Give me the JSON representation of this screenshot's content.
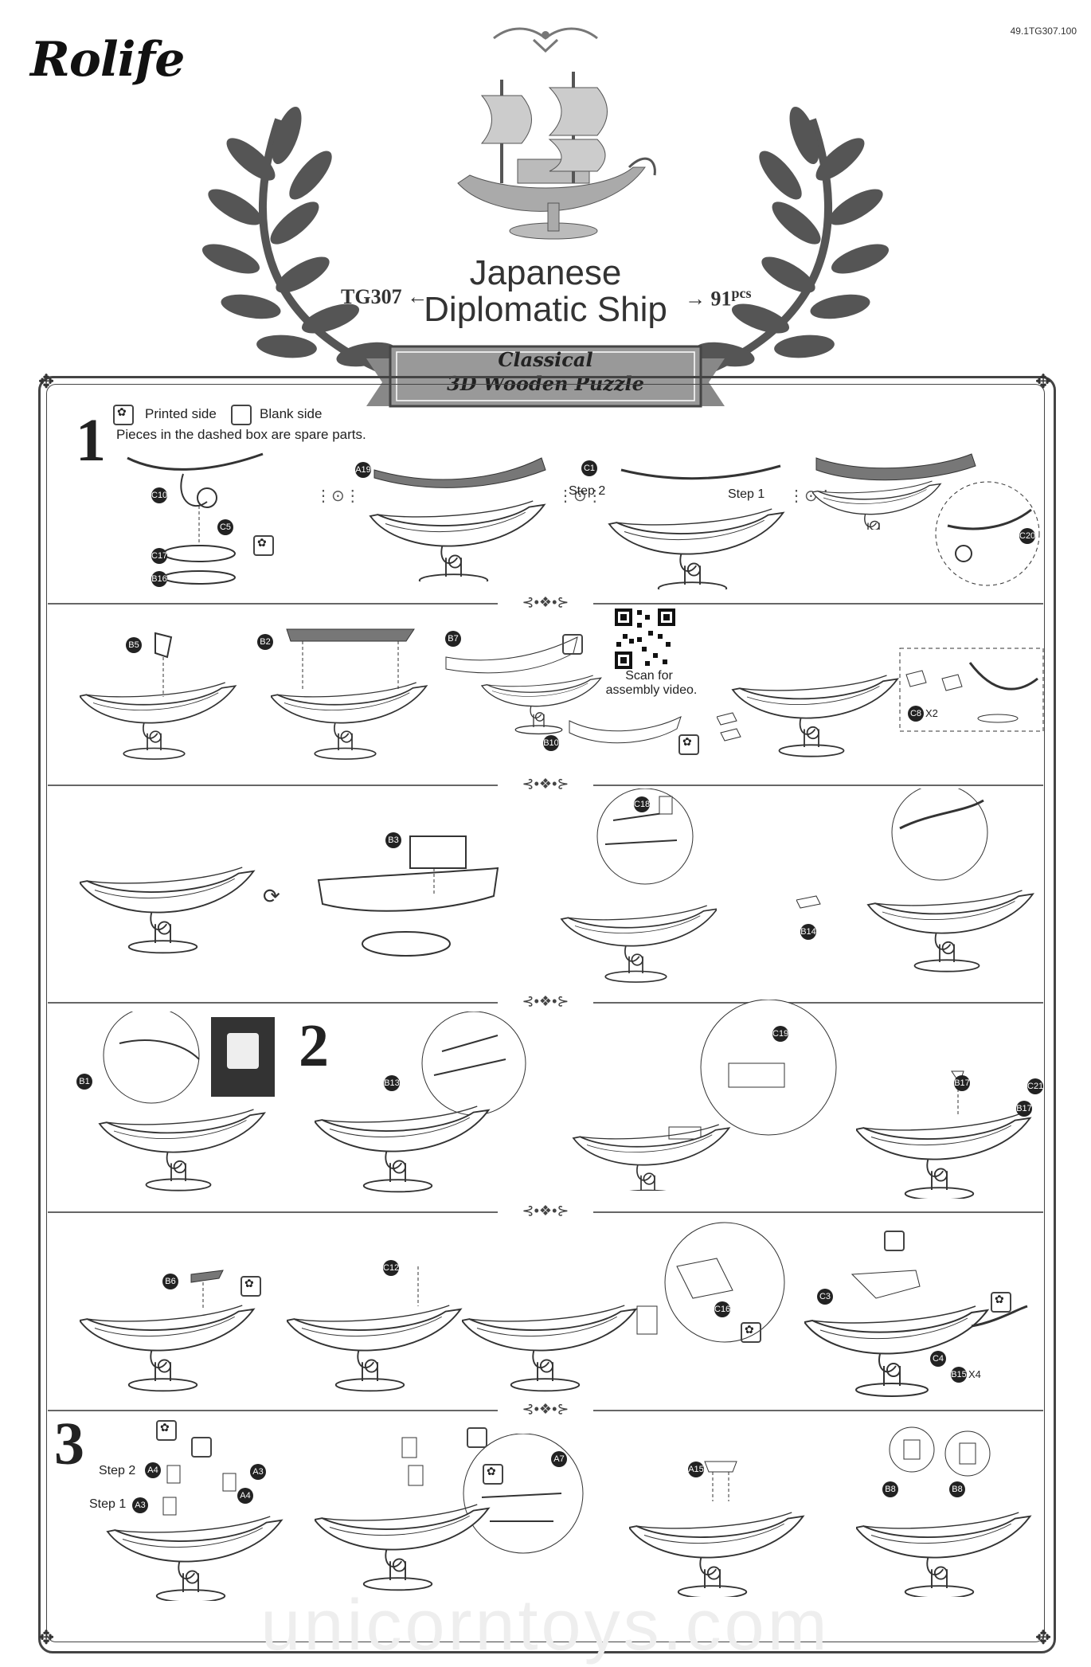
{
  "header": {
    "doc_code": "49.1TG307.100",
    "brand": "Rolife",
    "title_line1": "Japanese",
    "title_line2": "Diplomatic Ship",
    "model_code": "TG307",
    "pieces_count": "91",
    "pieces_unit": "pcs",
    "banner_line1": "Classical",
    "banner_line2": "3D Wooden Puzzle"
  },
  "legend": {
    "printed_side": "Printed side",
    "blank_side": "Blank side",
    "spare_note": "Pieces in the dashed box are spare parts."
  },
  "steps": {
    "step1": "1",
    "step2": "2",
    "step3": "3"
  },
  "row1": {
    "c10": "C10",
    "c5": "C5",
    "c17": "C17",
    "b16": "B16",
    "a19": "A19",
    "c1": "C1",
    "step_2": "Step 2",
    "step_1": "Step 1",
    "c20": "C20"
  },
  "row2": {
    "b5": "B5",
    "b2": "B2",
    "b7": "B7",
    "b10": "B10",
    "qr_caption1": "Scan for",
    "qr_caption2": "assembly video.",
    "c8": "C8",
    "c8_qty": "X2"
  },
  "row3": {
    "b3": "B3",
    "c18": "C18",
    "b14": "B14"
  },
  "row4": {
    "b1": "B1",
    "b13": "B13",
    "c19": "C19",
    "b17a": "B17",
    "c21": "C21",
    "b17b": "B17"
  },
  "row5": {
    "b6": "B6",
    "c12": "C12",
    "c16": "C16",
    "c3": "C3",
    "c4": "C4",
    "b15": "B15",
    "b15_qty": "X4"
  },
  "row6": {
    "step_2": "Step 2",
    "step_1": "Step 1",
    "a4a": "A4",
    "a3a": "A3",
    "a3b": "A3",
    "a4b": "A4",
    "a7": "A7",
    "a15": "A15",
    "b8a": "B8",
    "b8b": "B8"
  },
  "watermark": "unicorntoys.com"
}
